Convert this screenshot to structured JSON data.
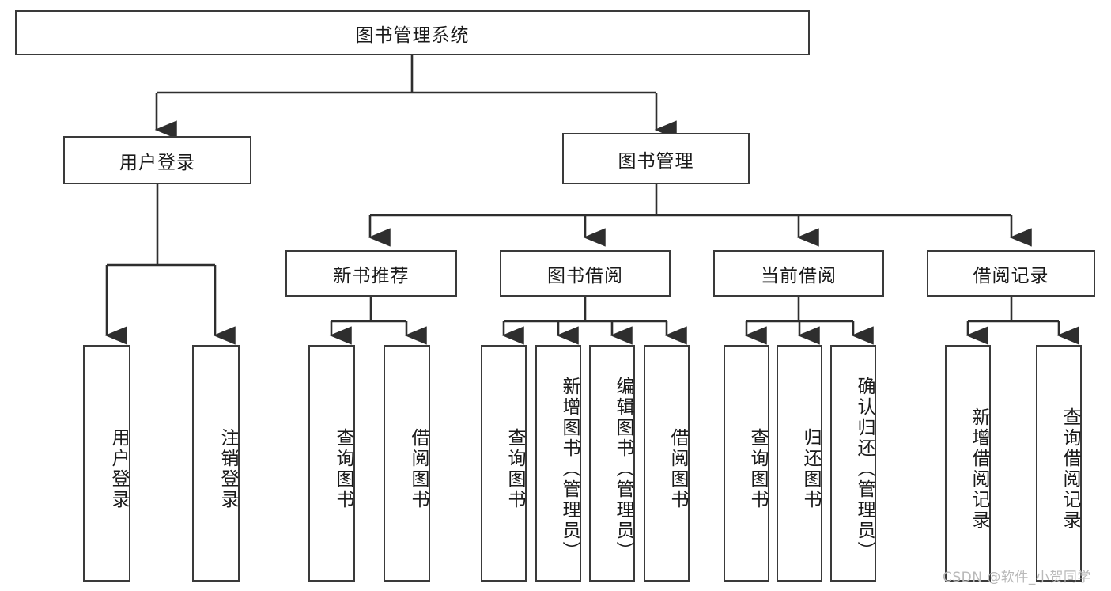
{
  "diagram": {
    "title_node": {
      "label": "图书管理系统"
    },
    "level2": [
      {
        "id": "user-login",
        "label": "用户登录"
      },
      {
        "id": "book-management",
        "label": "图书管理"
      }
    ],
    "level3": [
      {
        "id": "new-book-recommend",
        "label": "新书推荐"
      },
      {
        "id": "book-borrow",
        "label": "图书借阅"
      },
      {
        "id": "current-borrow",
        "label": "当前借阅"
      },
      {
        "id": "borrow-record",
        "label": "借阅记录"
      }
    ],
    "leaves": {
      "user_login": [
        {
          "id": "leaf-user-login",
          "label": "用户登录"
        },
        {
          "id": "leaf-logout-login",
          "label": "注销登录"
        }
      ],
      "new_book_recommend": [
        {
          "id": "leaf-query-book-1",
          "label": "查询图书"
        },
        {
          "id": "leaf-borrow-book-1",
          "label": "借阅图书"
        }
      ],
      "book_borrow": [
        {
          "id": "leaf-query-book-2",
          "label": "查询图书"
        },
        {
          "id": "leaf-add-book",
          "label": "新增图书（管理员）"
        },
        {
          "id": "leaf-edit-book",
          "label": "编辑图书（管理员）"
        },
        {
          "id": "leaf-borrow-book-2",
          "label": "借阅图书"
        }
      ],
      "current_borrow": [
        {
          "id": "leaf-query-book-3",
          "label": "查询图书"
        },
        {
          "id": "leaf-return-book",
          "label": "归还图书"
        },
        {
          "id": "leaf-confirm-return",
          "label": "确认归还（管理员）"
        }
      ],
      "borrow_record": [
        {
          "id": "leaf-add-record",
          "label": "新增借阅记录"
        },
        {
          "id": "leaf-query-record",
          "label": "查询借阅记录"
        }
      ]
    }
  },
  "watermark": {
    "text": "CSDN @软件_小贺同学"
  },
  "colors": {
    "box_border": "#3a3a3a",
    "connector": "#2e2e2e",
    "text": "#1a1a1a",
    "watermark": "#b9b9b9",
    "background": "#ffffff"
  }
}
